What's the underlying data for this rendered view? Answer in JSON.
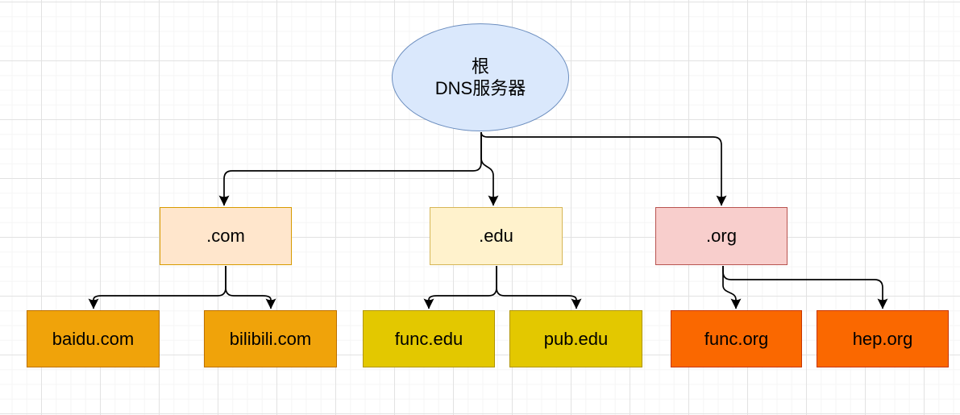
{
  "canvas": {
    "background": "#ffffff",
    "grid_minor_color": "#f5f5f5",
    "grid_major_color": "#e2e2e2"
  },
  "diagram": {
    "edge_color": "#000000",
    "text_color": "#000000",
    "root": {
      "id": "root",
      "label": "根\nDNS服务器",
      "fill": "#dae8fc",
      "stroke": "#6c8ebf"
    },
    "tld_nodes": [
      {
        "id": "com",
        "label": ".com",
        "fill": "#ffe6cc",
        "stroke": "#d79b00"
      },
      {
        "id": "edu",
        "label": ".edu",
        "fill": "#fff2cc",
        "stroke": "#d6b656"
      },
      {
        "id": "org",
        "label": ".org",
        "fill": "#f8cecc",
        "stroke": "#b85450"
      }
    ],
    "domain_nodes": [
      {
        "id": "baidu",
        "label": "baidu.com",
        "fill": "#f0a30a",
        "stroke": "#bd7000",
        "parent": "com"
      },
      {
        "id": "bilibili",
        "label": "bilibili.com",
        "fill": "#f0a30a",
        "stroke": "#bd7000",
        "parent": "com"
      },
      {
        "id": "func-edu",
        "label": "func.edu",
        "fill": "#e3c800",
        "stroke": "#b09500",
        "parent": "edu"
      },
      {
        "id": "pub-edu",
        "label": "pub.edu",
        "fill": "#e3c800",
        "stroke": "#b09500",
        "parent": "edu"
      },
      {
        "id": "func-org",
        "label": "func.org",
        "fill": "#fa6800",
        "stroke": "#c73500",
        "parent": "org"
      },
      {
        "id": "hep-org",
        "label": "hep.org",
        "fill": "#fa6800",
        "stroke": "#c73500",
        "parent": "org"
      }
    ],
    "edges": [
      {
        "from": "root",
        "to": "com"
      },
      {
        "from": "root",
        "to": "edu"
      },
      {
        "from": "root",
        "to": "org"
      },
      {
        "from": "com",
        "to": "baidu"
      },
      {
        "from": "com",
        "to": "bilibili"
      },
      {
        "from": "edu",
        "to": "func-edu"
      },
      {
        "from": "edu",
        "to": "pub-edu"
      },
      {
        "from": "org",
        "to": "func-org"
      },
      {
        "from": "org",
        "to": "hep-org"
      }
    ]
  }
}
